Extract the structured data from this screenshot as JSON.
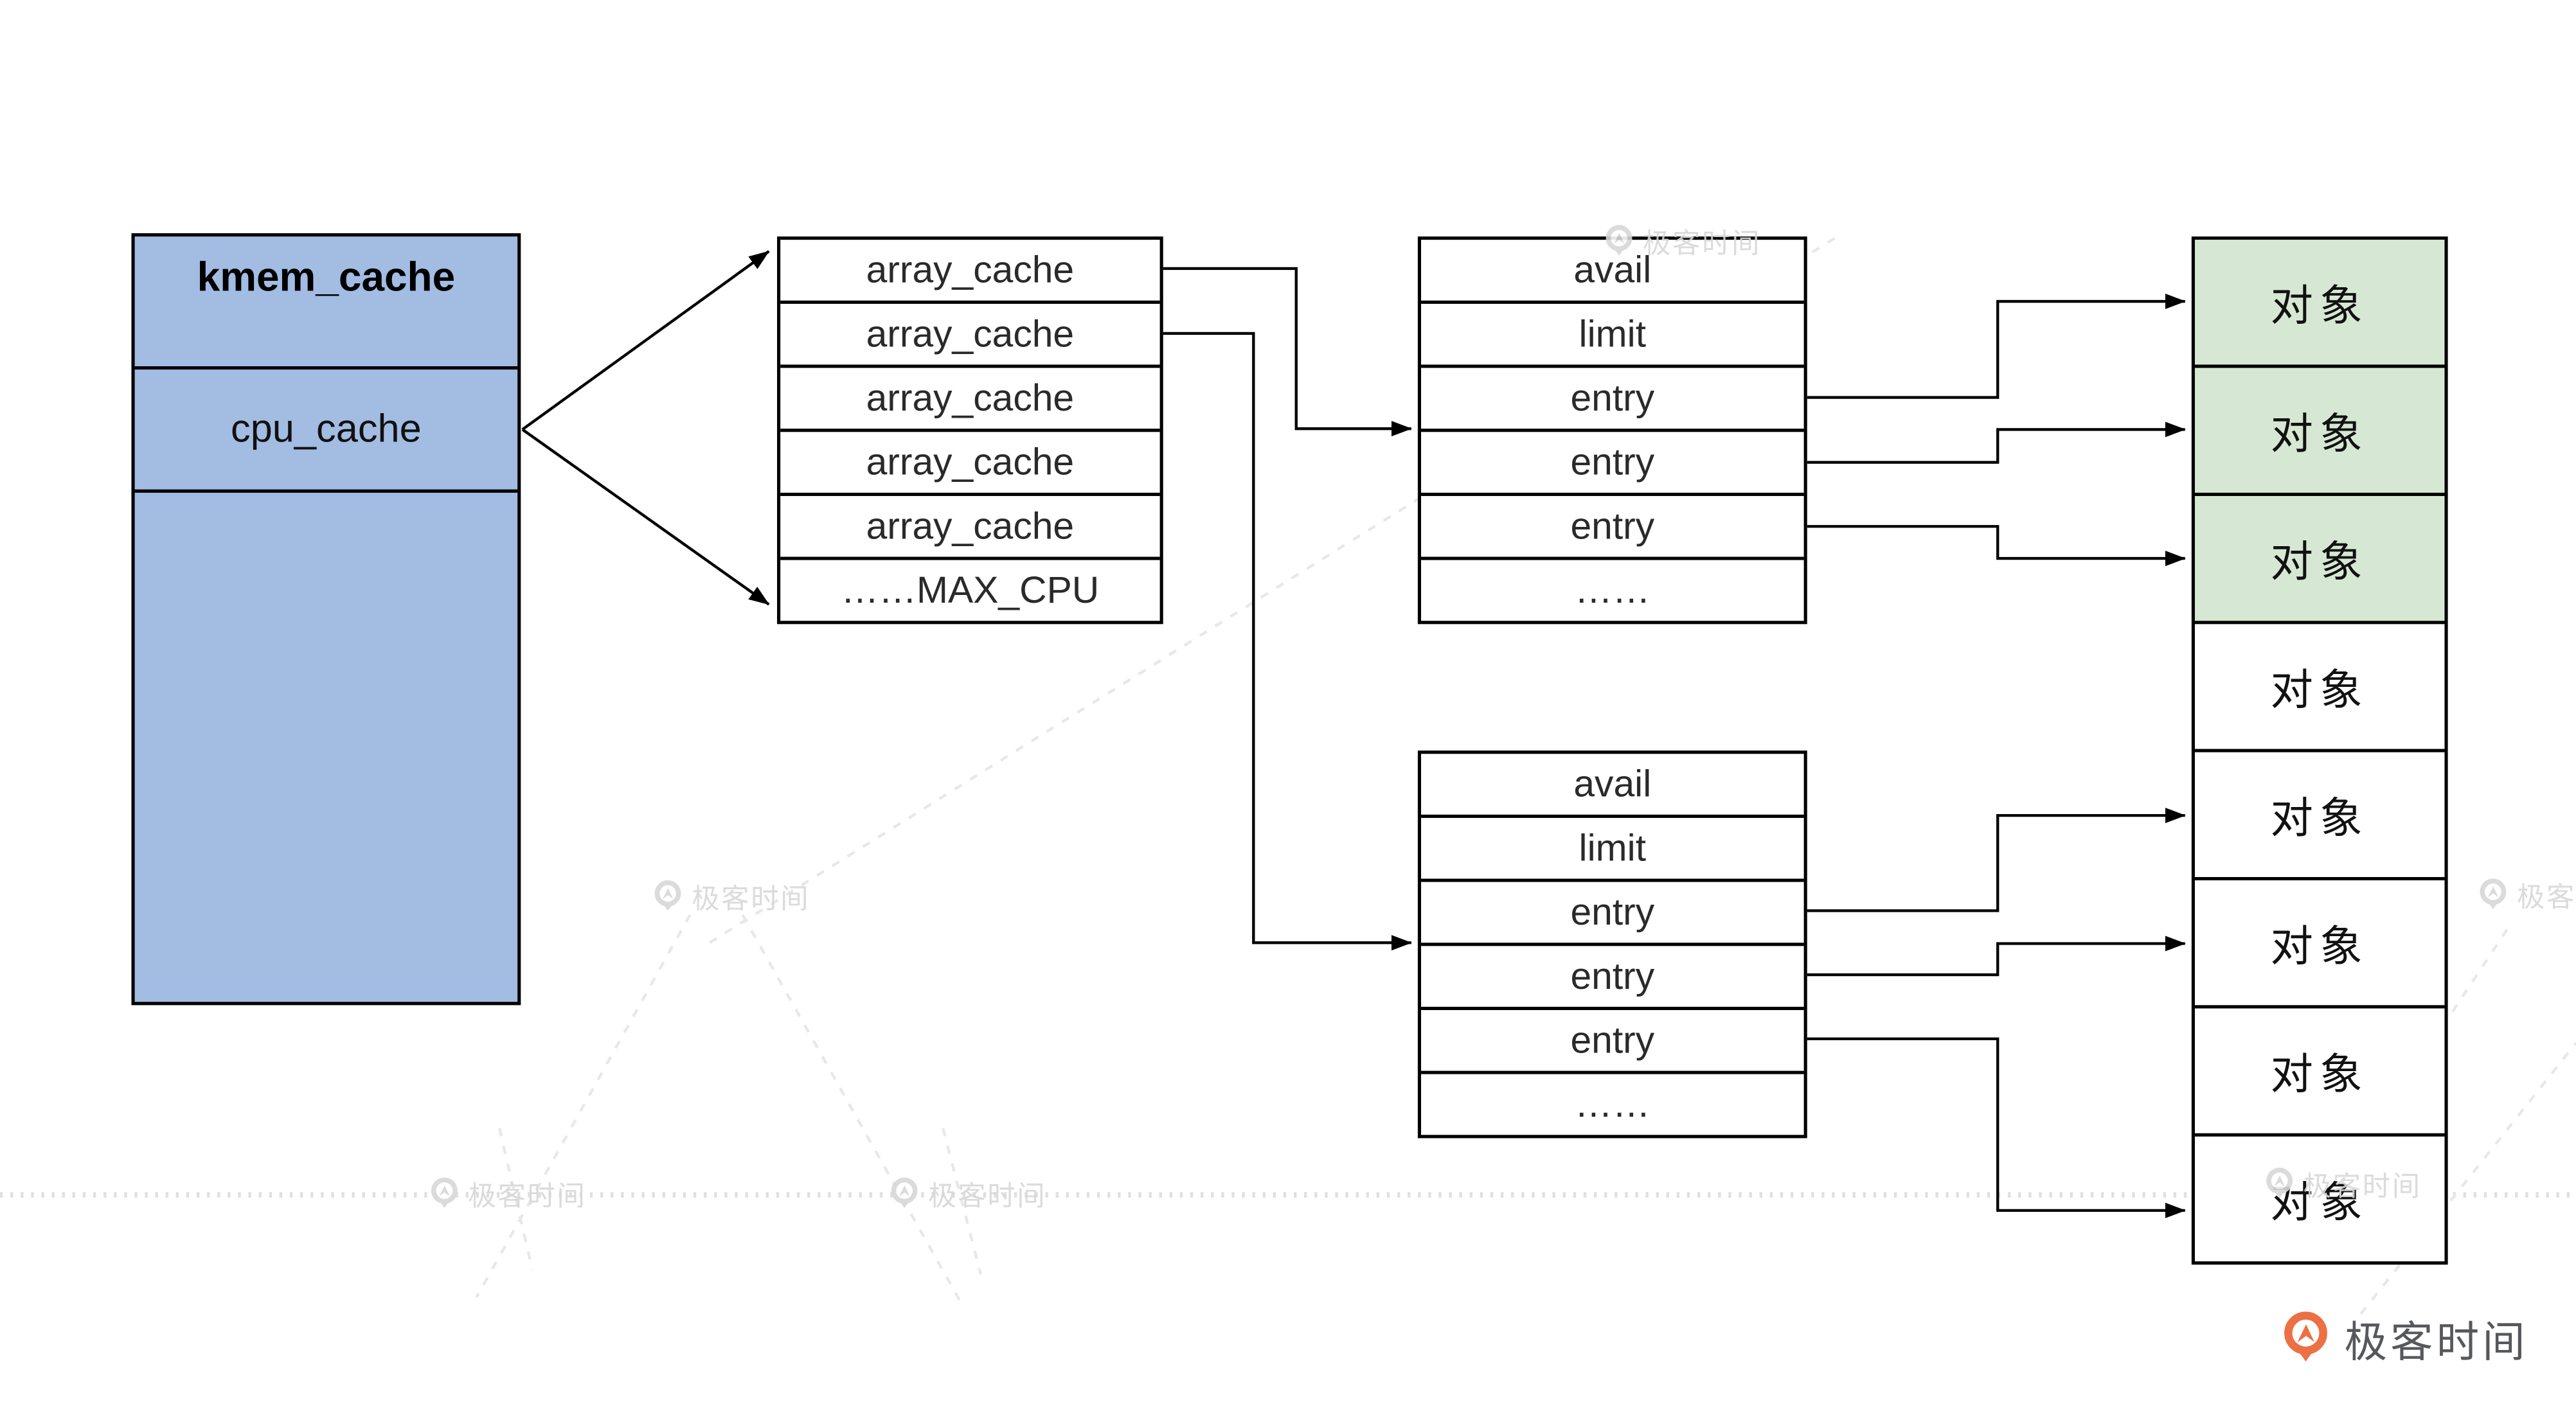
{
  "kmem_cache": {
    "title": "kmem_cache",
    "cpu_cache_label": "cpu_cache"
  },
  "percpu_array": {
    "rows": [
      "array_cache",
      "array_cache",
      "array_cache",
      "array_cache",
      "array_cache",
      "……MAX_CPU"
    ]
  },
  "array_cache_top": {
    "rows": [
      "avail",
      "limit",
      "entry",
      "entry",
      "entry",
      "……"
    ]
  },
  "array_cache_bottom": {
    "rows": [
      "avail",
      "limit",
      "entry",
      "entry",
      "entry",
      "……"
    ]
  },
  "objects": {
    "label": "对象",
    "states": [
      "allocated",
      "allocated",
      "allocated",
      "free",
      "free",
      "free",
      "free",
      "free"
    ]
  },
  "watermark": {
    "text": "极客时间"
  },
  "brand": {
    "name": "极客时间"
  },
  "colors": {
    "struct_fill": "#a2bce2",
    "object_fill": "#d6e8d3",
    "line": "#000000",
    "watermark": "#d8d8d8",
    "brand_orange": "#ec7044",
    "brand_text": "#56585c"
  }
}
